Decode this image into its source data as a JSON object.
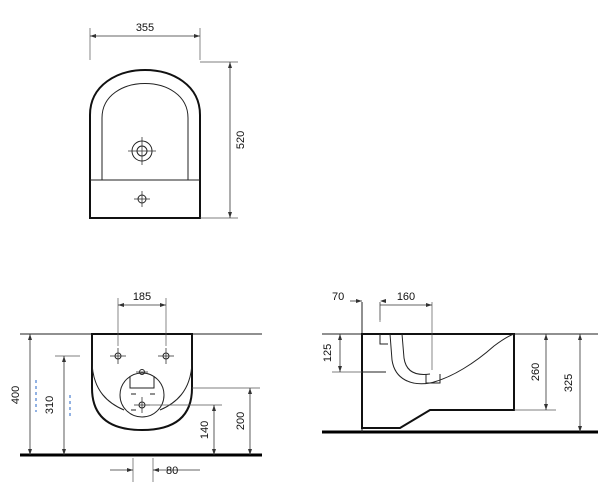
{
  "top_view": {
    "width_dim": "355",
    "depth_dim": "520"
  },
  "front_view": {
    "hole_spacing_dim": "185",
    "total_height_dim": "400",
    "inlet_height_dim": "310",
    "drain_height_dim": "140",
    "rim_clear_dim": "200",
    "offset_dim": "80"
  },
  "side_view": {
    "wall_offset_dim": "70",
    "bowl_dim": "160",
    "bowl_depth_dim": "125",
    "rim_height_dim": "260",
    "total_height_dim": "325"
  },
  "colors": {
    "line": "#222222",
    "accent": "#4a7fd0"
  }
}
